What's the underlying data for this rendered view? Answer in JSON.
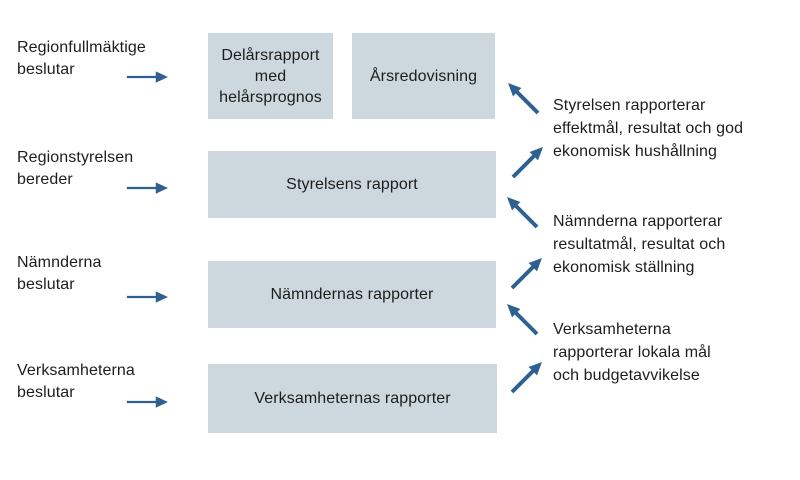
{
  "colors": {
    "box_fill": "#ccd8dd",
    "arrow_blue": "#2e6191",
    "text": "#1d1d1b",
    "background": "#ffffff"
  },
  "actors": [
    {
      "label": "Regionfullmäktige\nbeslutar"
    },
    {
      "label": "Regionstyrelsen\nbereder"
    },
    {
      "label": "Nämnderna\nbeslutar"
    },
    {
      "label": "Verksamheterna\nbeslutar"
    }
  ],
  "boxes": {
    "delarsrapport": "Delårsrapport\nmed\nhelårsprognos",
    "arsredovisning": "Årsredovisning",
    "styrelsens_rapport": "Styrelsens rapport",
    "namndernas_rapporter": "Nämndernas rapporter",
    "verksamheternas_rapporter": "Verksamheternas rapporter"
  },
  "annotations": [
    {
      "text": "Styrelsen rapporterar\neffektmål, resultat och god\nekonomisk hushållning"
    },
    {
      "text": "Nämnderna rapporterar\nresultatmål, resultat och\nekonomisk ställning"
    },
    {
      "text": "Verksamheterna\nrapporterar lokala mål\noch budgetavvikelse"
    }
  ],
  "icons": {
    "right_arrow": "→",
    "up_left_arrow": "↖",
    "up_right_arrow": "↗"
  }
}
